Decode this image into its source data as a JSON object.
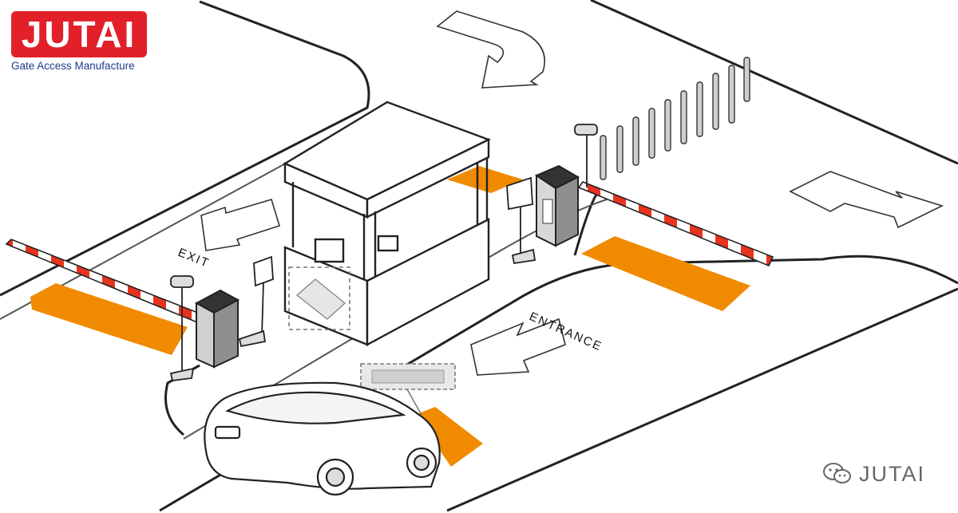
{
  "brand": {
    "name": "JUTAI",
    "tagline": "Gate Access Manufacture"
  },
  "labels": {
    "exit": "EXIT",
    "entrance": "ENTRANCE"
  },
  "watermark": {
    "text": "JUTAI",
    "icon": "wechat-icon"
  },
  "colors": {
    "brand_red": "#e2202a",
    "tagline_blue": "#1d3a8a",
    "loop_orange": "#f08a00",
    "barrier_red": "#e8331f",
    "line": "#222222"
  },
  "icons": [
    "curved-arrow-icon",
    "straight-arrow-icon",
    "camera-icon",
    "card-reader-icon",
    "car-icon",
    "wechat-icon"
  ]
}
